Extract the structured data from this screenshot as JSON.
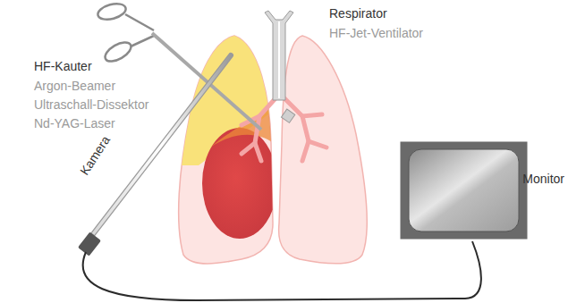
{
  "diagram": {
    "nodes": [
      {
        "text": [
          "Monitor"
        ]
      }
    ],
    "labels": [
      "Respirator",
      "HF-Jet-Ventilator",
      "HF-Kauter",
      "Argon-Beamer",
      "Ultraschall-Dissektor",
      "Nd-YAG-Laser",
      "Kamera"
    ]
  }
}
